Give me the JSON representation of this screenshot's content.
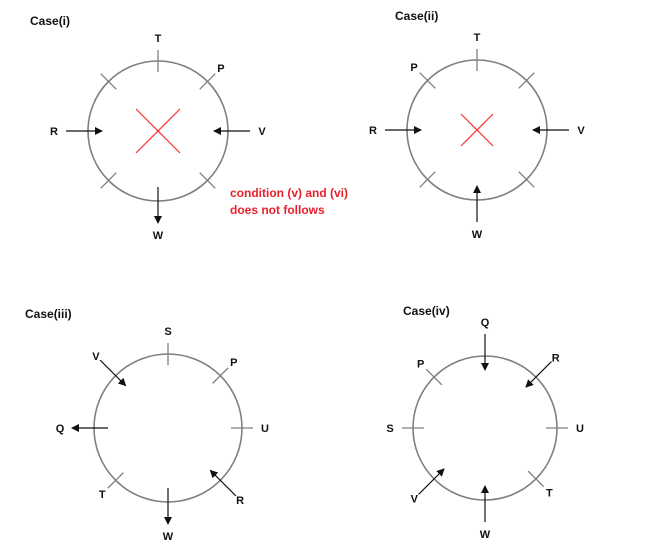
{
  "colors": {
    "line": "#7f7f7f",
    "arrow": "#111111",
    "text": "#111111",
    "cross": "#ff2a2a",
    "note": "#e8202a"
  },
  "cases": [
    {
      "id": "case-i",
      "title": "Case(i)",
      "cross": true,
      "positions": [
        {
          "dir": 0,
          "label": "T",
          "arrow": "none"
        },
        {
          "dir": 45,
          "label": "P",
          "arrow": "none"
        },
        {
          "dir": 90,
          "label": "V",
          "arrow": "in"
        },
        {
          "dir": 135,
          "label": "",
          "arrow": "none"
        },
        {
          "dir": 180,
          "label": "W",
          "arrow": "out"
        },
        {
          "dir": 225,
          "label": "",
          "arrow": "none"
        },
        {
          "dir": 270,
          "label": "R",
          "arrow": "in"
        },
        {
          "dir": 315,
          "label": "",
          "arrow": "none"
        }
      ]
    },
    {
      "id": "case-ii",
      "title": "Case(ii)",
      "cross": true,
      "positions": [
        {
          "dir": 0,
          "label": "T",
          "arrow": "none"
        },
        {
          "dir": 45,
          "label": "",
          "arrow": "none"
        },
        {
          "dir": 90,
          "label": "V",
          "arrow": "in"
        },
        {
          "dir": 135,
          "label": "",
          "arrow": "none"
        },
        {
          "dir": 180,
          "label": "W",
          "arrow": "in"
        },
        {
          "dir": 225,
          "label": "",
          "arrow": "none"
        },
        {
          "dir": 270,
          "label": "R",
          "arrow": "in"
        },
        {
          "dir": 315,
          "label": "P",
          "arrow": "none"
        }
      ]
    },
    {
      "id": "case-iii",
      "title": "Case(iii)",
      "cross": false,
      "positions": [
        {
          "dir": 0,
          "label": "S",
          "arrow": "none"
        },
        {
          "dir": 45,
          "label": "P",
          "arrow": "none"
        },
        {
          "dir": 90,
          "label": "U",
          "arrow": "none"
        },
        {
          "dir": 135,
          "label": "R",
          "arrow": "in"
        },
        {
          "dir": 180,
          "label": "W",
          "arrow": "out"
        },
        {
          "dir": 225,
          "label": "T",
          "arrow": "none"
        },
        {
          "dir": 270,
          "label": "Q",
          "arrow": "out"
        },
        {
          "dir": 315,
          "label": "V",
          "arrow": "in"
        }
      ]
    },
    {
      "id": "case-iv",
      "title": "Case(iv)",
      "cross": false,
      "positions": [
        {
          "dir": 0,
          "label": "Q",
          "arrow": "in"
        },
        {
          "dir": 45,
          "label": "R",
          "arrow": "in"
        },
        {
          "dir": 90,
          "label": "U",
          "arrow": "none"
        },
        {
          "dir": 135,
          "label": "T",
          "arrow": "none"
        },
        {
          "dir": 180,
          "label": "W",
          "arrow": "in"
        },
        {
          "dir": 225,
          "label": "V",
          "arrow": "in"
        },
        {
          "dir": 270,
          "label": "S",
          "arrow": "none"
        },
        {
          "dir": 315,
          "label": "P",
          "arrow": "none"
        }
      ]
    }
  ],
  "note": {
    "line1": "condition (v) and (vi)",
    "line2": "does not follows"
  }
}
